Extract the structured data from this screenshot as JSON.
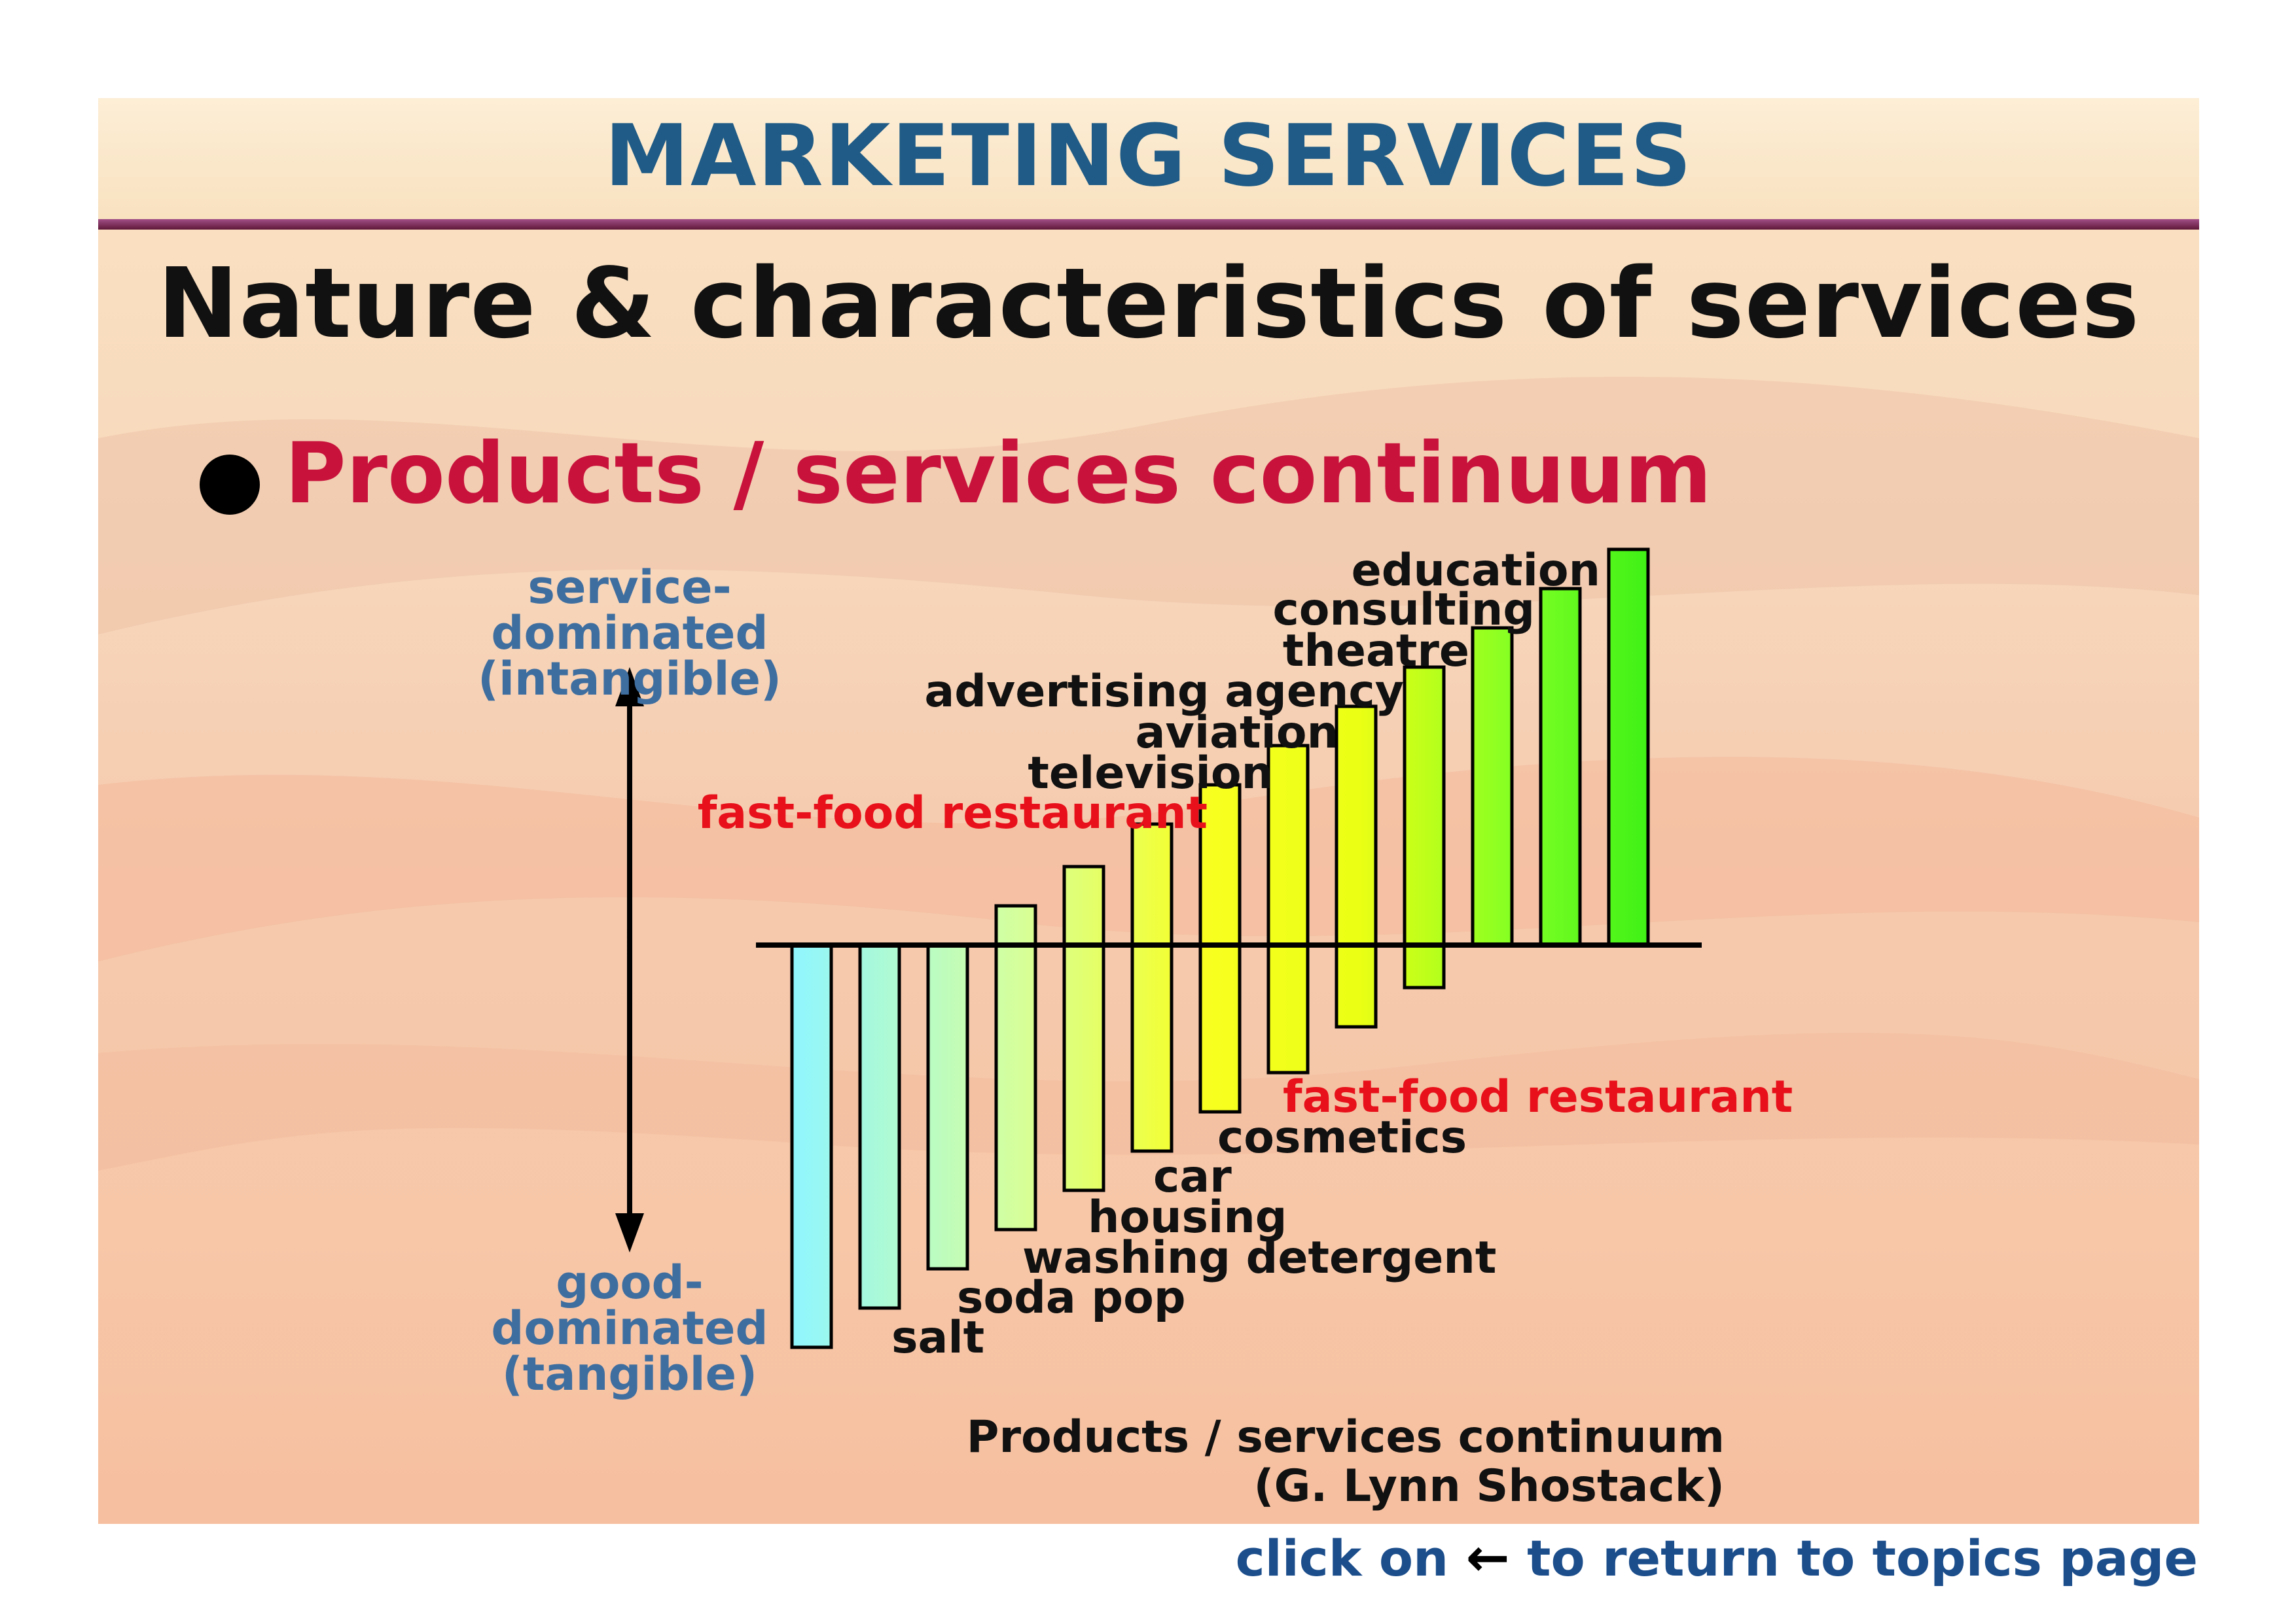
{
  "header": {
    "title": "MARKETING SERVICES"
  },
  "subtitle": "Nature & characteristics of services",
  "bullet": "Products / services continuum",
  "axis": {
    "top_label": [
      "service-",
      "dominated",
      "(intangible)"
    ],
    "bottom_label": [
      "good-",
      "dominated",
      "(tangible)"
    ]
  },
  "top_labels": [
    "education",
    "consulting",
    "theatre",
    "advertising agency",
    "aviation",
    "television",
    "fast-food restaurant"
  ],
  "bottom_labels": [
    "fast-food restaurant",
    "cosmetics",
    "car",
    "housing",
    "washing detergent",
    "soda pop",
    "salt"
  ],
  "caption": [
    "Products / services continuum",
    "(G. Lynn Shostack)"
  ],
  "footer": {
    "prefix": "click on",
    "arrow": "←",
    "suffix": "to return to topics page"
  },
  "colors": {
    "title": "#1f5b86",
    "bullet_text": "#c8123c",
    "axis_label": "#3e6ea0",
    "highlight_label": "#e8101a",
    "footer": "#1c4e8c"
  }
}
